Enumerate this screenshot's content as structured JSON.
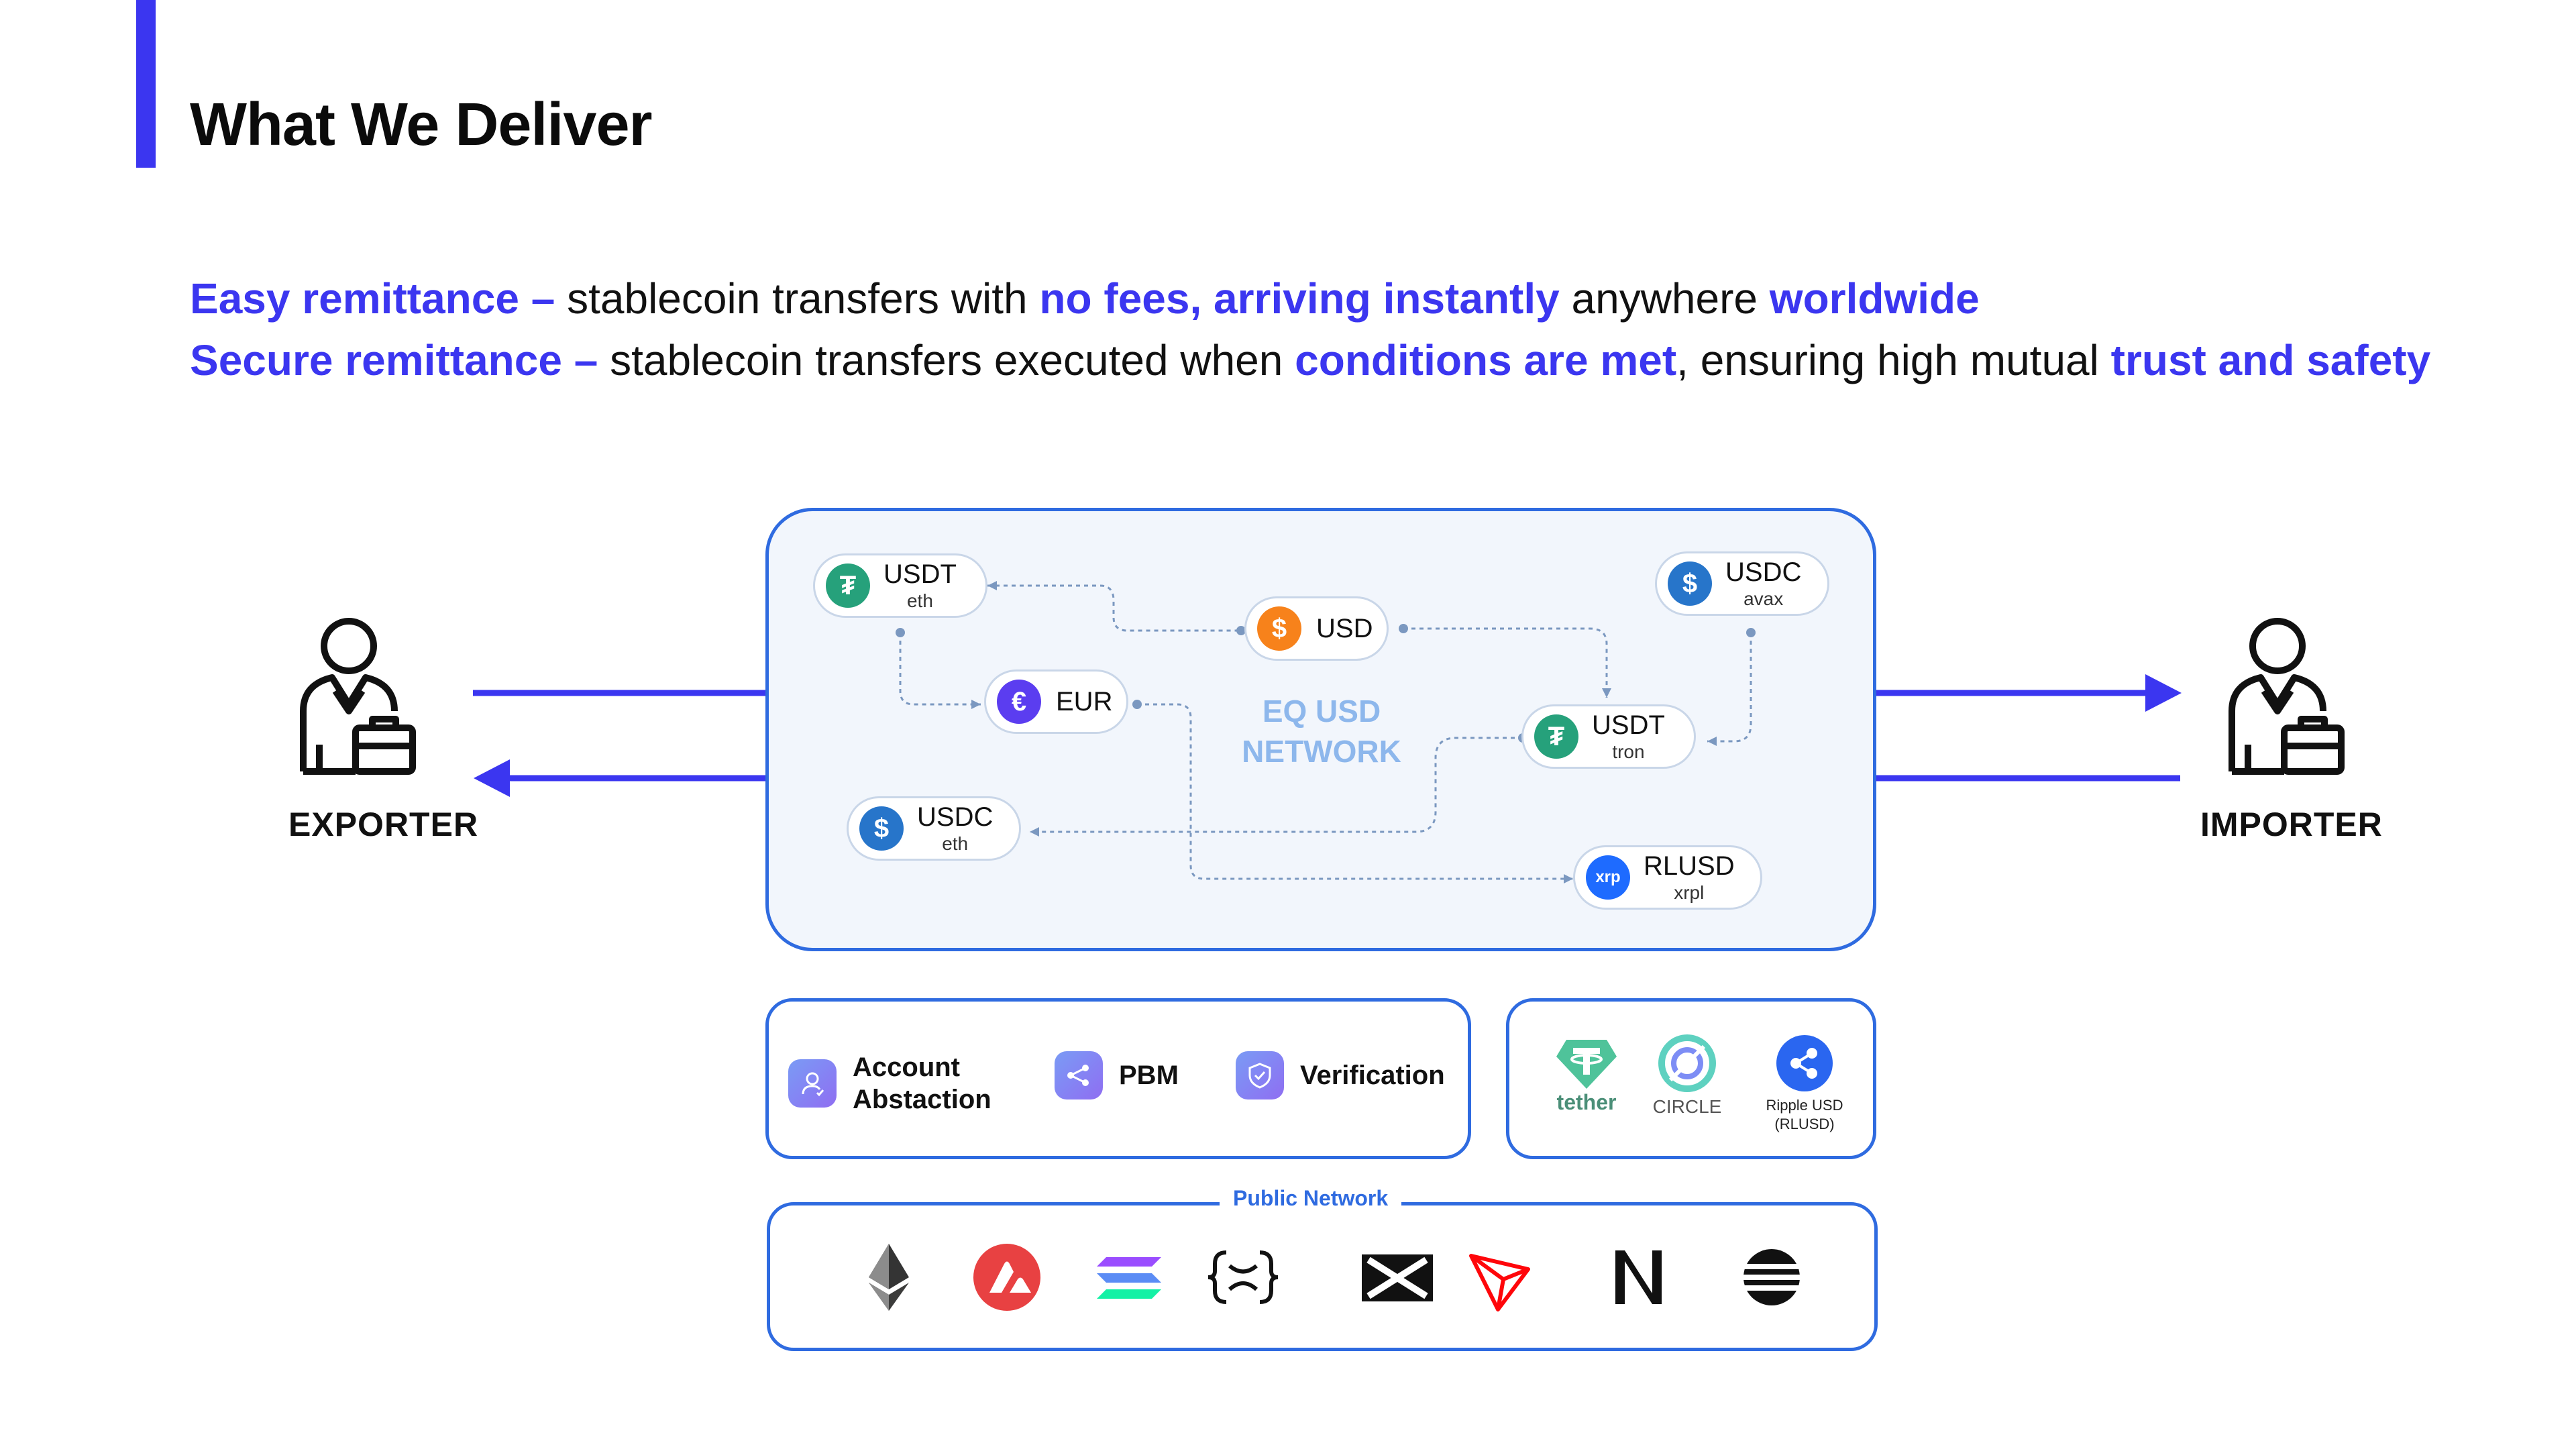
{
  "header": {
    "title": "What We Deliver"
  },
  "lines": [
    {
      "parts": [
        {
          "text": "Easy remittance –",
          "hl": true
        },
        {
          "text": " stablecoin transfers with ",
          "hl": false
        },
        {
          "text": "no fees, arriving instantly",
          "hl": true
        },
        {
          "text": " anywhere ",
          "hl": false
        },
        {
          "text": "worldwide",
          "hl": true
        }
      ]
    },
    {
      "parts": [
        {
          "text": "Secure remittance –",
          "hl": true
        },
        {
          "text": " stablecoin transfers executed when ",
          "hl": false
        },
        {
          "text": "conditions are met",
          "hl": true
        },
        {
          "text": ", ensuring high mutual ",
          "hl": false
        },
        {
          "text": "trust and safety",
          "hl": true
        }
      ]
    }
  ],
  "exporter": {
    "label": "EXPORTER",
    "icon": "businessperson-icon"
  },
  "importer": {
    "label": "IMPORTER",
    "icon": "businessperson-icon"
  },
  "network": {
    "label_line1": "EQ USD",
    "label_line2": "NETWORK",
    "nodes": {
      "usdt_eth": {
        "name": "USDT",
        "sub": "eth",
        "symbol": "₮",
        "color": "#26a17b"
      },
      "usd": {
        "name": "USD",
        "symbol": "$",
        "color": "#f7821b"
      },
      "usdc_avax": {
        "name": "USDC",
        "sub": "avax",
        "symbol": "$",
        "color": "#2775ca"
      },
      "eur": {
        "name": "EUR",
        "symbol": "€",
        "color": "#5b3df0"
      },
      "usdt_tron": {
        "name": "USDT",
        "sub": "tron",
        "symbol": "₮",
        "color": "#26a17b"
      },
      "usdc_eth": {
        "name": "USDC",
        "sub": "eth",
        "symbol": "$",
        "color": "#2775ca"
      },
      "rlusd_xrpl": {
        "name": "RLUSD",
        "sub": "xrpl",
        "symbol": "xrp",
        "color": "#1e6bff"
      }
    }
  },
  "features": [
    {
      "label_line1": "Account",
      "label_line2": "Abstaction",
      "icon": "account-icon"
    },
    {
      "label": "PBM",
      "icon": "share-nodes-icon"
    },
    {
      "label": "Verification",
      "icon": "shield-check-icon"
    }
  ],
  "issuers": {
    "tether": "tether",
    "circle": "CIRCLE",
    "ripple_line1": "Ripple USD",
    "ripple_line2": "(RLUSD)"
  },
  "public_network": {
    "label": "Public Network",
    "chains": [
      "ethereum-icon",
      "avalanche-icon",
      "solana-icon",
      "xrpl-icon",
      "stellar-icon",
      "tron-icon",
      "near-icon",
      "aptos-icon"
    ]
  },
  "colors": {
    "accent": "#3b36f0",
    "frame": "#2f6be0",
    "network_label": "#8db7ec"
  }
}
